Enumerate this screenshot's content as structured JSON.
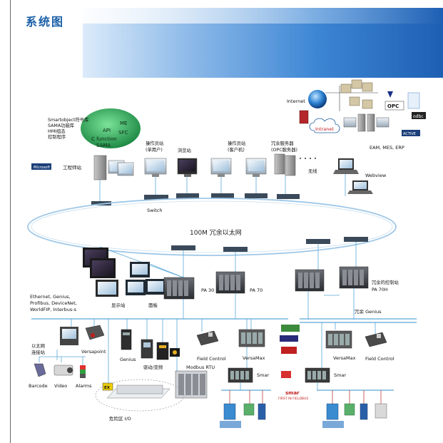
{
  "title": "系统图",
  "colors": {
    "bus": "#5aa8d8",
    "ring": "#9fc8e8",
    "cloud": "#2f9e5a",
    "title": "#1a5fa8"
  },
  "labels": {
    "engineering_station": "工程师站",
    "software_list": [
      "Smartobject符号库",
      "SAMA功能库",
      "HMI组态",
      "控制程序"
    ],
    "cloud_items": [
      "ME",
      "API",
      "SFC",
      "C function",
      "SAMA"
    ],
    "op_single": [
      "操作员站",
      "(单用户)"
    ],
    "browser": "浏览站",
    "op_client": [
      "操作员站",
      "(客户机)"
    ],
    "redundant_server": [
      "冗余服务器",
      "(OPC服务器)"
    ],
    "wireless": "无线",
    "webview": "Webview",
    "internet": "Internet",
    "intranet": "Intranet",
    "eam": "EAM, MES, ERP",
    "switch": "Switch",
    "ring": "100M 冗余以太网",
    "display_station": "显示站",
    "panel": "面板",
    "pa30": "PA 30",
    "pa70": "PA 70",
    "redundant_ctrl": [
      "冗余的控制站",
      "PA 70H"
    ],
    "redundant_genius": "冗余 Genius",
    "fieldbus_list": [
      "Ethernet, Genius,",
      "Profibus, DeviceNet,",
      "WorldFIP, Interbus-s"
    ],
    "ethernet_station": [
      "以太网",
      "连接站"
    ],
    "versapoint": "Versapoint",
    "genius": "Genius",
    "drive": "驱动/变频",
    "modbus": "Modbus RTU",
    "field_control": "Field Control",
    "versamax": "VersaMax",
    "smar": "Smar",
    "barcode": "Barcode",
    "video": "Video",
    "alarms": "Alarms",
    "hazard_io": "危险区 I/O",
    "logo_ms": "Microsoft",
    "logo_opc": "OPC",
    "logo_odbc": "odbc",
    "logo_active": "ACTIVE",
    "logo_smar": "smar",
    "logo_smar_sub": "FIRST IN FIELDBUS",
    "ex": "EX"
  }
}
